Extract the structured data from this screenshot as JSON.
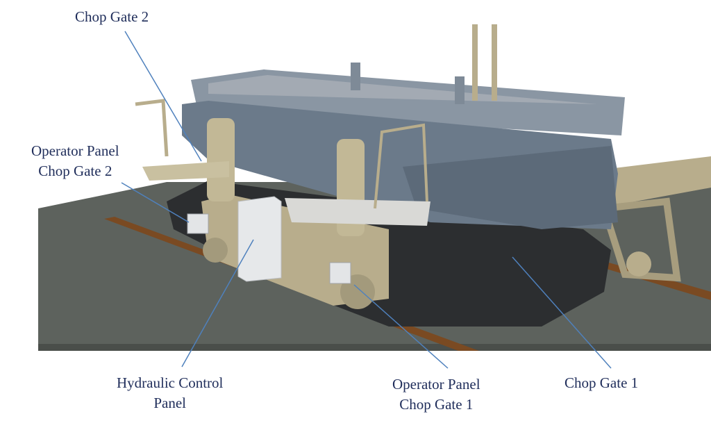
{
  "labels": {
    "chop_gate_2": "Chop Gate 2",
    "operator_panel_cg2": [
      "Operator Panel",
      "Chop Gate 2"
    ],
    "hydraulic_control_panel": [
      "Hydraulic Control",
      "Panel"
    ],
    "operator_panel_cg1": [
      "Operator Panel",
      "Chop Gate 1"
    ],
    "chop_gate_1": "Chop Gate 1"
  },
  "colors": {
    "label_text": "#1f2d5a",
    "leader_line": "#4f81bd",
    "hopper": "#6b7a8a",
    "frame": "#b8ad8c",
    "ground": "#5d625d",
    "rail": "#7a4a22"
  }
}
